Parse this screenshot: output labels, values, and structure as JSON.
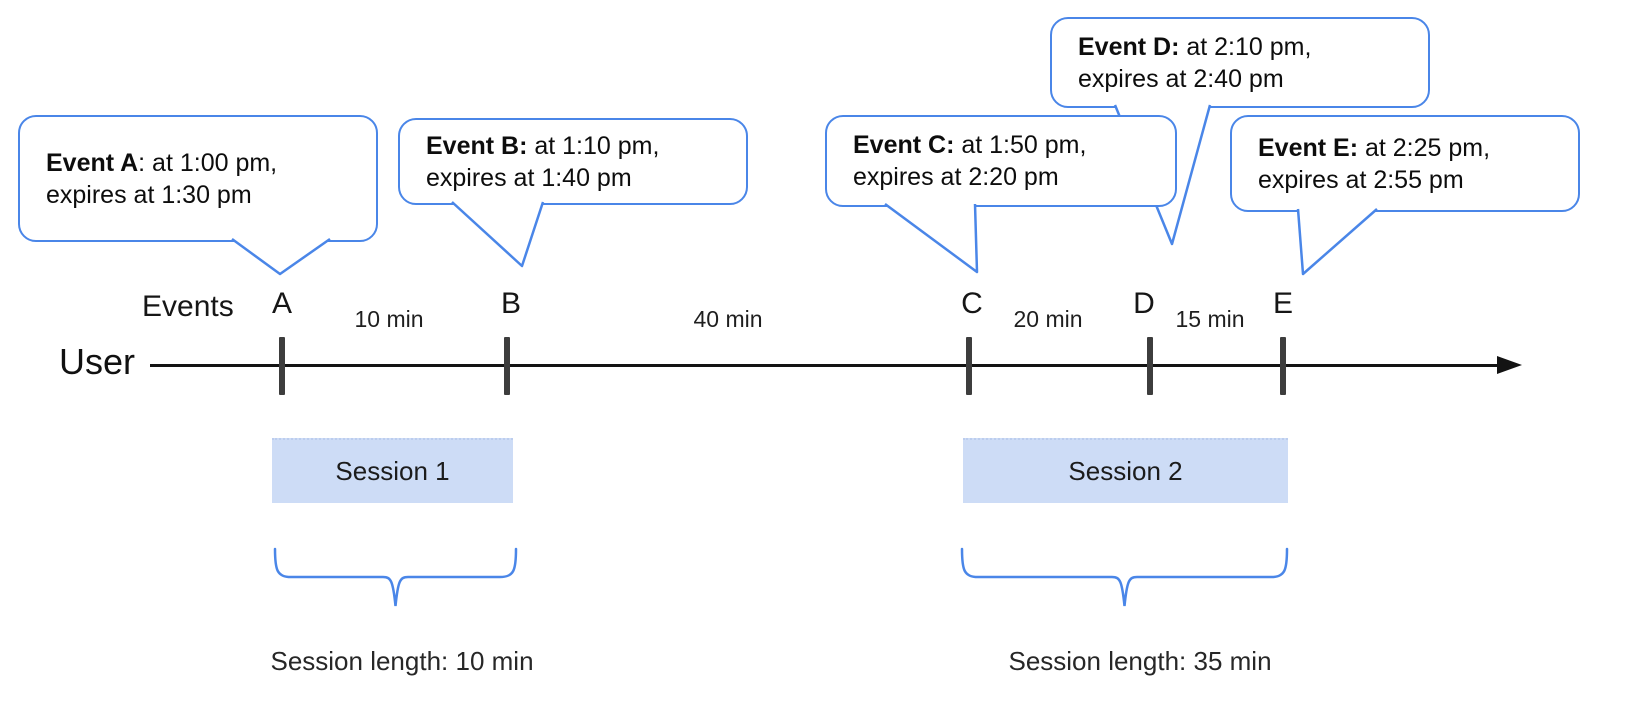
{
  "colors": {
    "accent_blue": "#4a86e8",
    "session_fill": "#cddcf6",
    "axis_black": "#131313",
    "tick_gray": "#3d3d3d"
  },
  "bubbles": [
    {
      "id": "A",
      "bold": "Event A",
      "rest": ": at 1:00 pm,",
      "line2": "expires at 1:30 pm"
    },
    {
      "id": "B",
      "bold": "Event B:",
      "rest": " at 1:10 pm,",
      "line2": "expires at 1:40 pm"
    },
    {
      "id": "C",
      "bold": "Event C:",
      "rest": " at 1:50 pm,",
      "line2": "expires at 2:20 pm"
    },
    {
      "id": "D",
      "bold": "Event D:",
      "rest": " at 2:10 pm,",
      "line2": "expires at 2:40 pm"
    },
    {
      "id": "E",
      "bold": "Event E:",
      "rest": " at 2:25 pm,",
      "line2": "expires at 2:55 pm"
    }
  ],
  "timeline": {
    "row_label": "User",
    "events_label": "Events",
    "ticks": [
      {
        "letter": "A"
      },
      {
        "letter": "B"
      },
      {
        "letter": "C"
      },
      {
        "letter": "D"
      },
      {
        "letter": "E"
      }
    ],
    "intervals": [
      {
        "label": "10 min"
      },
      {
        "label": "40 min"
      },
      {
        "label": "20 min"
      },
      {
        "label": "15 min"
      }
    ]
  },
  "sessions": [
    {
      "name": "Session 1",
      "length_label": "Session length: 10 min"
    },
    {
      "name": "Session 2",
      "length_label": "Session length: 35 min"
    }
  ]
}
